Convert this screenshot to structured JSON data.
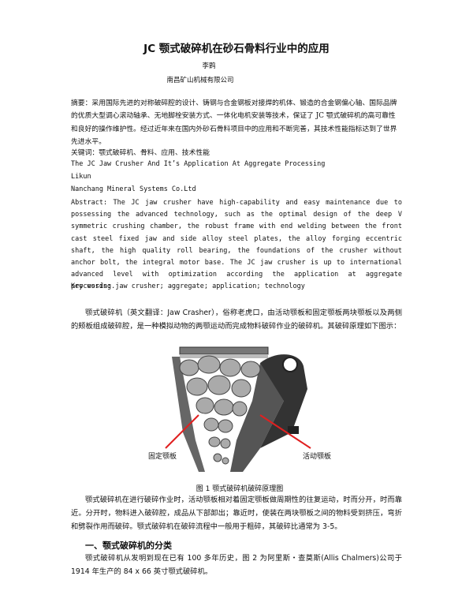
{
  "title": "JC 颚式破碎机在砂石骨料行业中的应用",
  "author": "李鹍",
  "affiliation": "南昌矿山机械有限公司",
  "abstract_cn": "摘要：采用国际先进的对称破碎腔的设计、铸钢与合金钢板对接焊的机体、锻造的合金钢偏心轴、国际品牌的优质大型调心滚动轴承、无地脚栓安装方式、一体化电机安装等技术，保证了 JC 颚式破碎机的高可靠性和良好的操作维护性。经过近年来在国内外砂石骨料项目中的应用和不断完善，其技术性能指标达到了世界先进水平。",
  "keywords_cn": "关键词：颚式破碎机、骨料、应用、技术性能",
  "title_en": "The JC Jaw Crusher And It’s Application At Aggregate Processing",
  "author_en": "Likun",
  "affiliation_en": "Nanchang Mineral Systems Co.Ltd",
  "abstract_en": "Abstract: The JC jaw crusher have high-capability and easy maintenance due to possessing the advanced technology, such as the optimal design of the deep V symmetric crushing chamber, the robust frame with end welding between the front cast steel fixed jaw and side alloy steel plates, the alloy forging eccentric shaft, the high quality roll bearing, the foundations of the crusher without anchor bolt, the integral motor base. The JC jaw crusher is up to international advanced level with optimization according the application at aggregate processing.",
  "keywords_en": "Key words: jaw crusher; aggregate; application; technology",
  "para1": "颚式破碎机（英文翻译：Jaw Crasher），俗称老虎口，由活动颚板和固定颚板两块颚板以及两侧的颊板组成破碎腔，是一种模拟动物的两颚运动而完成物料破碎作业的破碎机。其破碎原理如下图示：",
  "figure": {
    "label_fixed": "固定颚板",
    "label_moving": "活动颚板",
    "caption": "图 1  颚式破碎机破碎原理图"
  },
  "para2": "颚式破碎机在进行破碎作业时，活动颚板相对着固定颚板做周期性的往复运动，时而分开，时而靠近。分开时，物料进入破碎腔，成品从下部卸出；靠近时，使装在两块颚板之间的物料受到挤压，弯折和劈裂作用而破碎。颚式破碎机在破碎流程中一般用于粗碎，其破碎比通常为 3-5。",
  "heading1": "一、颚式破碎机的分类",
  "para3": "颚式破碎机从发明到现在已有 100 多年历史，图 2 为阿里斯・查莫斯(Allis Chalmers)公司于 1914 年生产的 84 x 66 英寸颚式破碎机。"
}
